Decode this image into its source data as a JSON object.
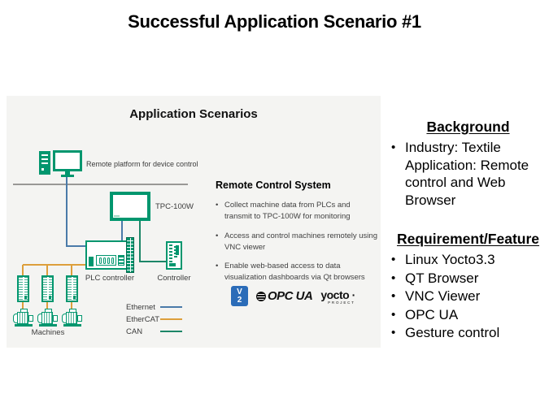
{
  "title": "Successful Application Scenario #1",
  "panel": {
    "heading": "Application Scenarios",
    "labels": {
      "remote_platform": "Remote platform for device control",
      "tpc": "TPC-100W",
      "plc": "PLC controller",
      "controller": "Controller",
      "machines": "Machines"
    },
    "legend": [
      {
        "label": "Ethernet",
        "color": "#4a7aa9"
      },
      {
        "label": "EtherCAT",
        "color": "#dd9f3c"
      },
      {
        "label": "CAN",
        "color": "#1c8668"
      }
    ],
    "rcs": {
      "heading": "Remote Control System",
      "bullets": [
        "Collect machine data from PLCs and transmit to TPC-100W for monitoring",
        "Access and control machines remotely using VNC viewer",
        "Enable web-based access to data visualization dashboards via Qt browsers"
      ]
    },
    "logos": {
      "vnc_glyph": "V2",
      "opcua": "OPC UA",
      "yocto": "yocto ·",
      "yocto_sub": "PROJECT"
    }
  },
  "background_section": {
    "heading": "Background",
    "bullets": [
      "Industry: Textile Application: Remote control and Web Browser"
    ]
  },
  "requirements_section": {
    "heading": "Requirement/Feature",
    "bullets": [
      "Linux Yocto3.3",
      "QT Browser",
      "VNC Viewer",
      "OPC UA",
      "Gesture control"
    ]
  },
  "colors": {
    "device_green": "#00966e",
    "ethernet_blue": "#4a7aa9",
    "ethercat_orange": "#dd9f3c",
    "can_green": "#1c8668",
    "panel_background": "#f4f4f2",
    "vnc_logo_blue": "#2b6cb8"
  }
}
